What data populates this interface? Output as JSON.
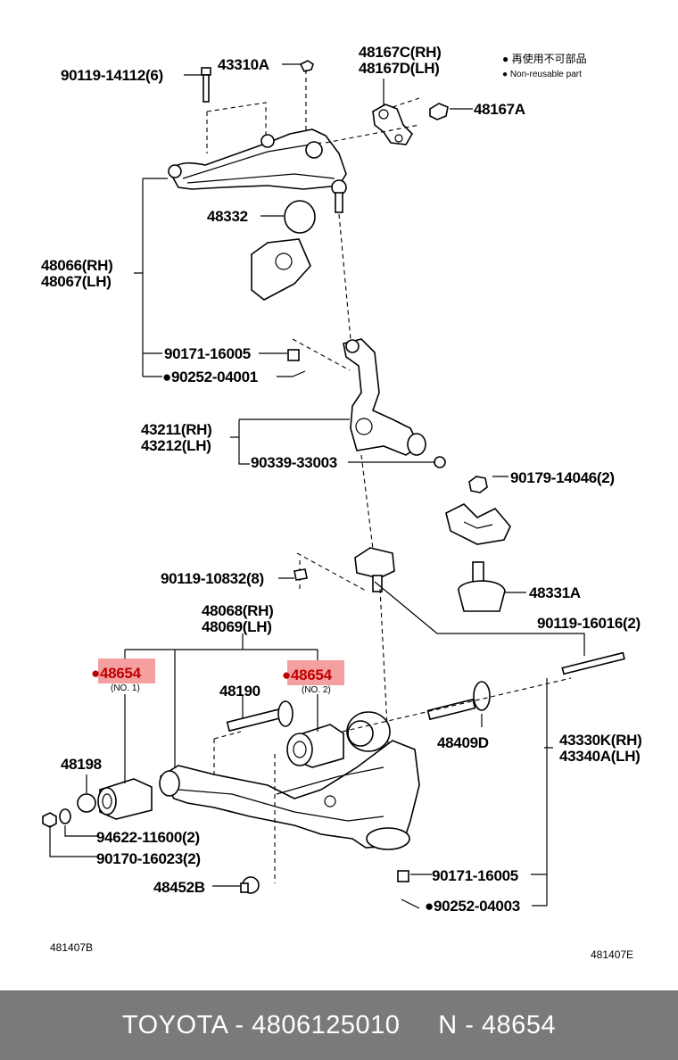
{
  "legend": {
    "line1": "● 再使用不可部品",
    "line2": "● Non-reusable part"
  },
  "labels": {
    "p90119_14112": "90119-14112(6)",
    "p43310A": "43310A",
    "p48167C": "48167C(RH)",
    "p48167D": "48167D(LH)",
    "p48167A": "48167A",
    "p48332": "48332",
    "p48066": "48066(RH)",
    "p48067": "48067(LH)",
    "p90171_16005_top": "90171-16005",
    "p90252_04001": "●90252-04001",
    "p43211": "43211(RH)",
    "p43212": "43212(LH)",
    "p90339_33003": "90339-33003",
    "p90179_14046": "90179-14046(2)",
    "p90119_10832": "90119-10832(8)",
    "p48331A": "48331A",
    "p48068": "48068(RH)",
    "p48069": "48069(LH)",
    "p90119_16016": "90119-16016(2)",
    "p48654_no1": "●48654",
    "no1": "(NO. 1)",
    "p48654_no2": "●48654",
    "no2": "(NO. 2)",
    "p48190": "48190",
    "p48409D": "48409D",
    "p43330K": "43330K(RH)",
    "p43340A": "43340A(LH)",
    "p48198": "48198",
    "p94622_11600": "94622-11600(2)",
    "p90170_16023": "90170-16023(2)",
    "p48452B": "48452B",
    "p90171_16005_bot": "90171-16005",
    "p90252_04003": "●90252-04003",
    "code_left": "481407B",
    "code_right": "481407E"
  },
  "highlight_color": "#f4a0a0",
  "footer": {
    "text": "TOYOTA - 4806125010     N - 48654"
  }
}
